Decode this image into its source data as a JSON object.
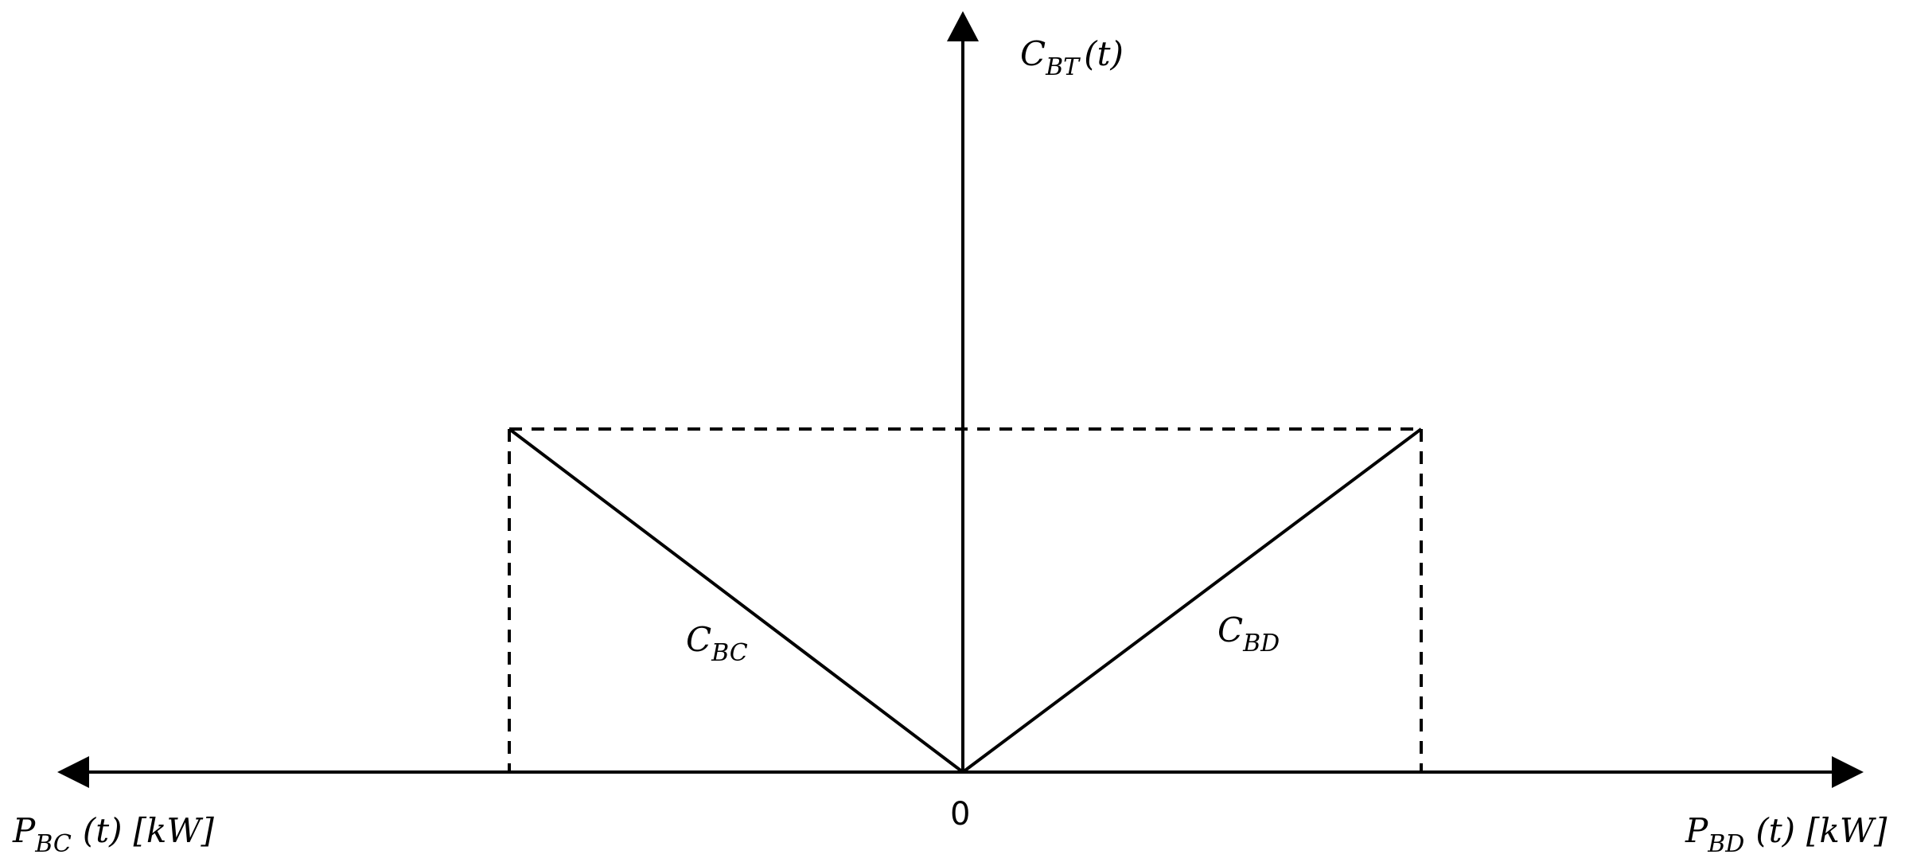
{
  "labels": {
    "y_axis": {
      "main": "C",
      "sub": "BT",
      "arg": "(t)"
    },
    "x_left": {
      "main": "P",
      "sub": "BC",
      "arg": "(t)",
      "unit": "[kW]"
    },
    "x_right": {
      "main": "P",
      "sub": "BD",
      "arg": "(t)",
      "unit": "[kW]"
    },
    "origin": "0",
    "left_line": {
      "main": "C",
      "sub": "BC"
    },
    "right_line": {
      "main": "C",
      "sub": "BD"
    }
  },
  "colors": {
    "line": "#000000",
    "background": "#ffffff"
  }
}
